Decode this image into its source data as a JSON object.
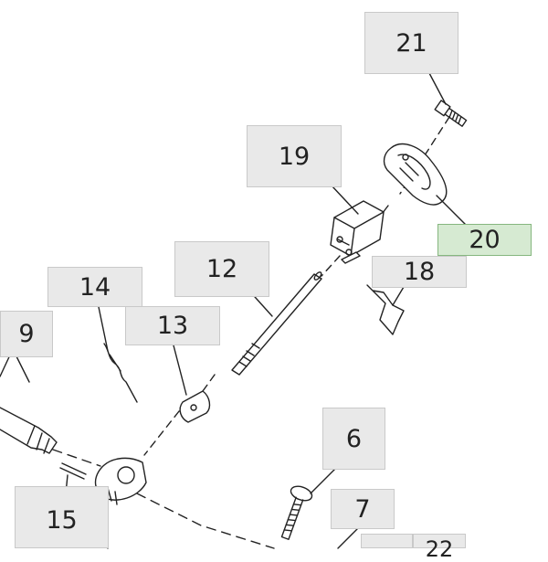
{
  "diagram": {
    "selected_part": "20",
    "accent_color": "#86b77f",
    "callouts": {
      "p21": "21",
      "p19": "19",
      "p20": "20",
      "p18": "18",
      "p12": "12",
      "p14": "14",
      "p13": "13",
      "p9": "9",
      "p6": "6",
      "p7": "7",
      "p15": "15",
      "p22": "22"
    }
  }
}
